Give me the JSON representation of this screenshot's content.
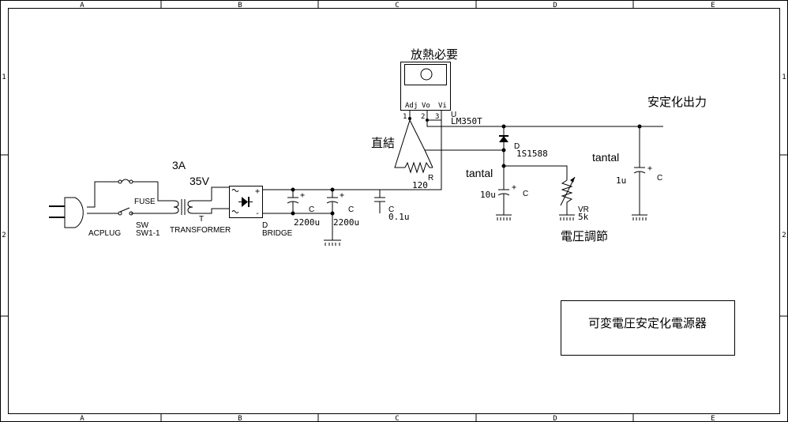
{
  "frame": {
    "columns": [
      "A",
      "B",
      "C",
      "D",
      "E"
    ],
    "rows": [
      "1",
      "2"
    ]
  },
  "title_block": {
    "text": "可変電圧安定化電源器"
  },
  "labels": {
    "heatsink": "放熱必要",
    "output": "安定化出力",
    "direct": "直結",
    "voltage_adjust": "電圧調節",
    "v_3a": "3A",
    "v_35v": "35V"
  },
  "regulator": {
    "pins": [
      "Adj",
      "Vo",
      "Vi"
    ],
    "pin_nums": [
      "1",
      "2",
      "3"
    ],
    "ref": "U",
    "part": "LM350T"
  },
  "components": {
    "acplug": "ACPLUG",
    "fuse": "FUSE",
    "sw_ref": "SW",
    "sw_part": "SW1-1",
    "transformer_ref": "T",
    "transformer": "TRANSFORMER",
    "bridge_ref": "D",
    "bridge": "BRIDGE",
    "c1_ref": "C",
    "c1_val": "2200u",
    "c2_ref": "C",
    "c2_val": "2200u",
    "c3_ref": "C",
    "c3_val": "0.1u",
    "r_ref": "R",
    "r_val": "120",
    "d_ref": "D",
    "d_part": "1S1588",
    "c4_note": "tantal",
    "c4_val": "10u",
    "c4_ref": "C",
    "vr_ref": "VR",
    "vr_val": "5k",
    "c5_note": "tantal",
    "c5_val": "1u",
    "c5_ref": "C",
    "bridge_plus": "+",
    "bridge_minus": "-",
    "cap_plus": "+"
  }
}
